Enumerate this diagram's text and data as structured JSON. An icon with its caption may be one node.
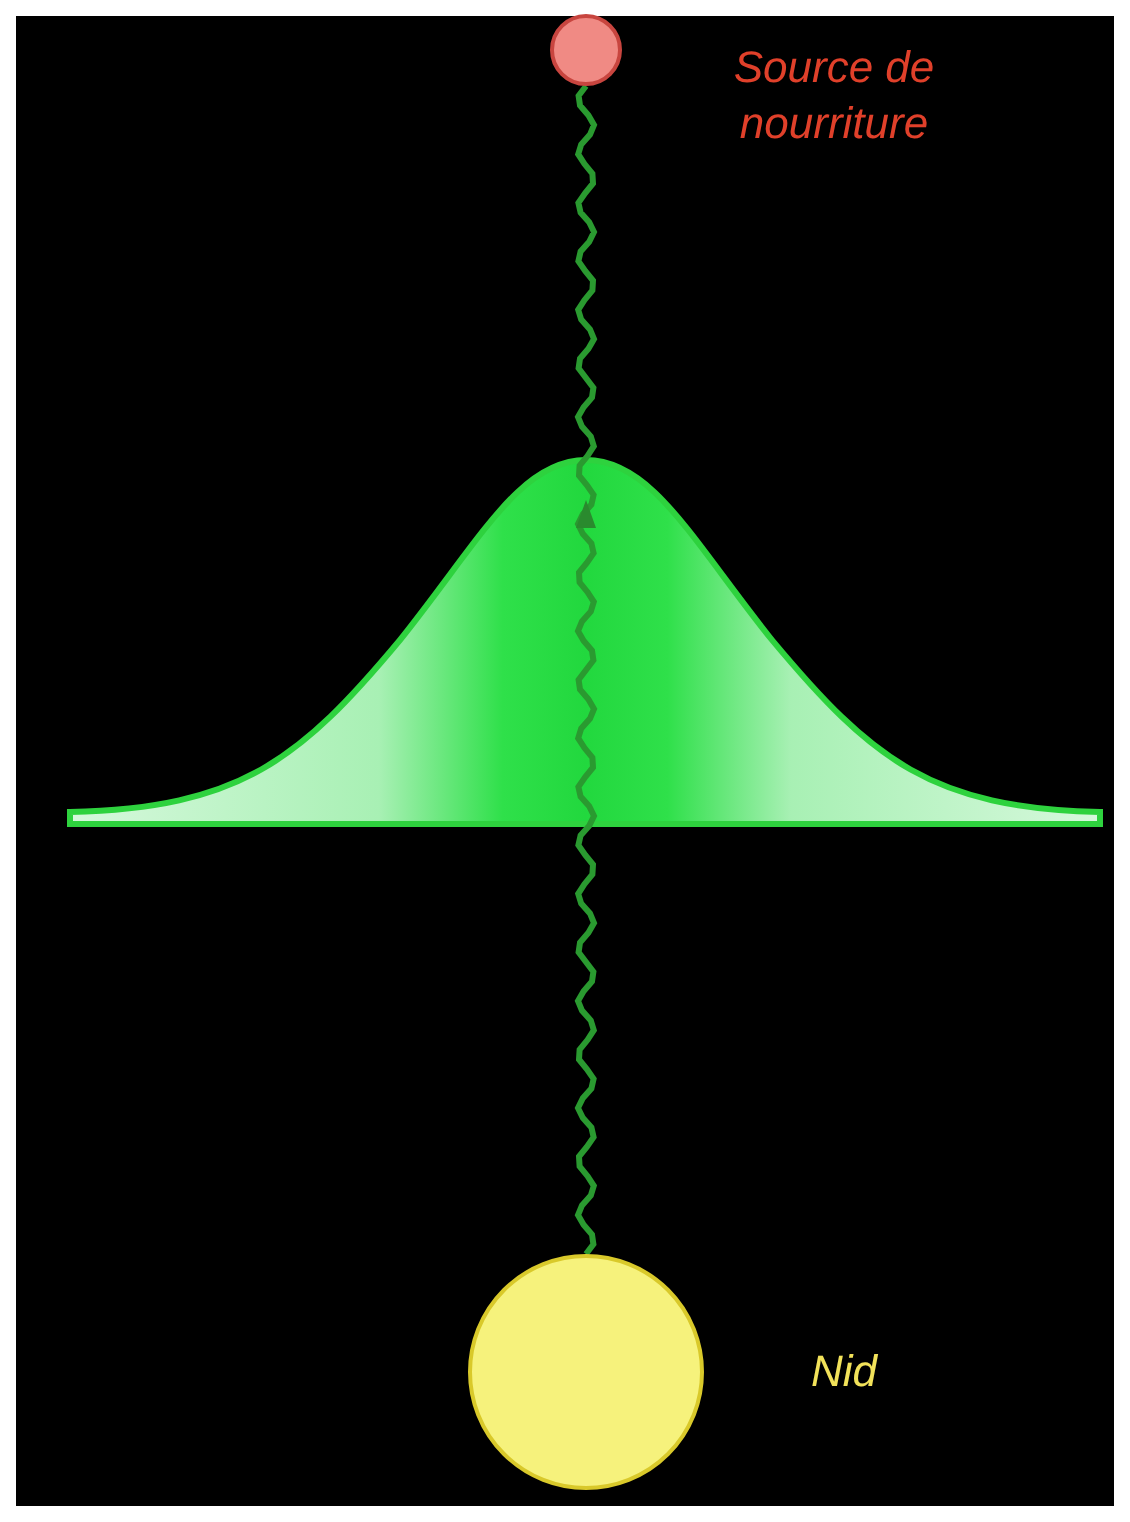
{
  "diagram": {
    "nodes": [
      {
        "text": [],
        "shape": "circle",
        "beside": [
          "Source de nourriture"
        ]
      },
      {
        "text": [],
        "shape": "circle",
        "beside": [
          "Nid"
        ]
      }
    ],
    "edges": [
      {
        "from": 1,
        "to": 0,
        "arrow": "to"
      }
    ]
  }
}
